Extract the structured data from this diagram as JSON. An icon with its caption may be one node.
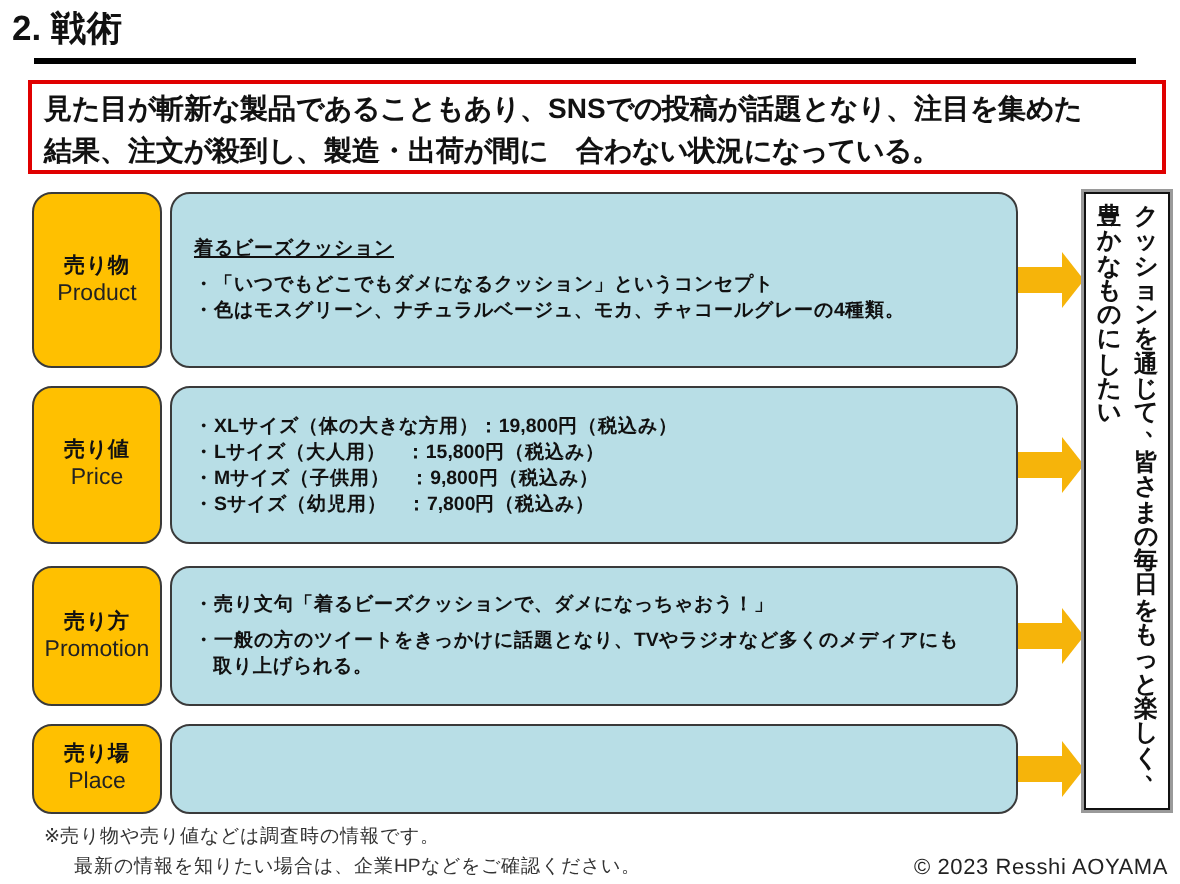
{
  "diagram": {
    "title": "2. 戦術",
    "nodes": [
      {
        "text": [
          "見た目が斬新な製品であることもあり、SNSでの投稿が話題となり、注目を集めた結果、注文が殺到し、製造・出荷が間に　合わない状況になっている。"
        ]
      },
      {
        "text": [
          "売り物",
          "Product"
        ]
      },
      {
        "text": [
          "着るビーズクッション",
          "・「いつでもどこでもダメになるクッション」というコンセプト",
          "・色はモスグリーン、ナチュラルベージュ、モカ、チャコールグレーの4種類。"
        ]
      },
      {
        "text": [
          "売り値",
          "Price"
        ]
      },
      {
        "text": [
          "・XLサイズ（体の大きな方用）：19,800円（税込み）",
          "・Lサイズ（大人用）　：15,800円（税込み）",
          "・Mサイズ（子供用）　：9,800円（税込み）",
          "・Sサイズ（幼児用）　：7,800円（税込み）"
        ]
      },
      {
        "text": [
          "売り方",
          "Promotion"
        ]
      },
      {
        "text": [
          "・売り文句「着るビーズクッションで、ダメになっちゃおう！」",
          "・一般の方のツイートをきっかけに話題となり、TVやラジオなど多くのメディアにも取り上げられる。"
        ]
      },
      {
        "text": [
          "売り場",
          "Place"
        ]
      },
      {
        "text": [],
        "shape": "box"
      },
      {
        "text": [
          "クッションを通じて、皆さまの毎日をもっと楽しく、豊かなものにしたい"
        ]
      }
    ],
    "edges": [
      {
        "from": 2,
        "to": 9,
        "arrow": "to"
      },
      {
        "from": 4,
        "to": 9,
        "arrow": "to"
      },
      {
        "from": 6,
        "to": 9,
        "arrow": "to"
      },
      {
        "from": 8,
        "to": 9,
        "arrow": "to"
      }
    ],
    "labels": [
      "※売り物や売り値などは調査時の情報です。",
      "最新の情報を知りたい場合は、企業HPなどをご確認ください。",
      "© 2023 Resshi AOYAMA"
    ]
  }
}
